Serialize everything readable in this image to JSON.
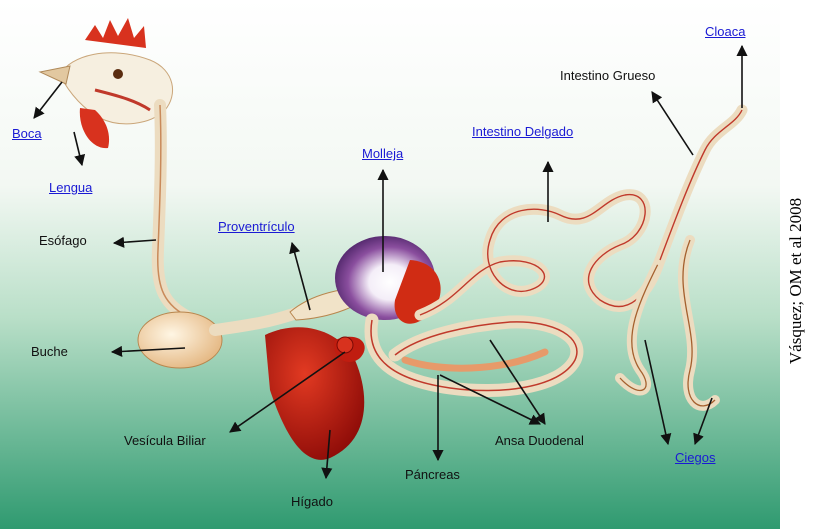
{
  "labels": {
    "boca": "Boca",
    "lengua": "Lengua",
    "esofago": "Esófago",
    "buche": "Buche",
    "proventriculo": "Proventrículo",
    "molleja": "Molleja",
    "intestino_delgado": "Intestino Delgado",
    "intestino_grueso": "Intestino Grueso",
    "cloaca": "Cloaca",
    "vesicula_biliar": "Vesícula Biliar",
    "higado": "Hígado",
    "pancreas": "Páncreas",
    "ansa_duodenal": "Ansa Duodenal",
    "ciegos": "Ciegos"
  },
  "credit": "Vásquez; OM et al 2008",
  "colors": {
    "link": "#1a1ad4",
    "background_top": "#ffffff",
    "background_bottom": "#2f9a70",
    "liver": "#b0140e",
    "gizzard": "#6b3a8c",
    "tract": "#e8d5b8"
  }
}
